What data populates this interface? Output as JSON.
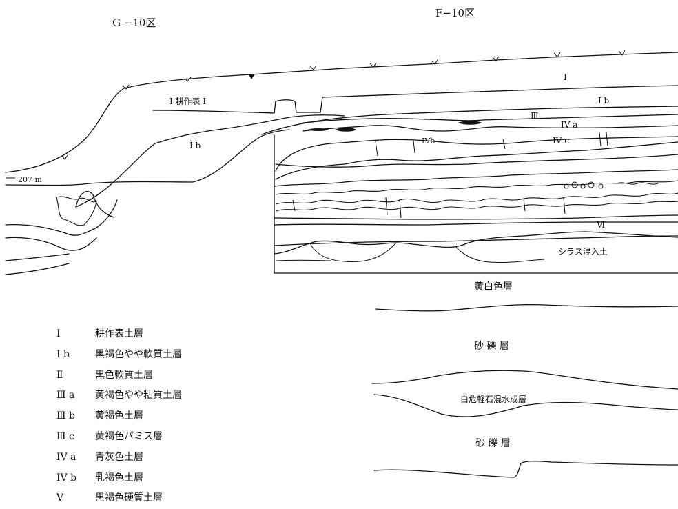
{
  "headers": {
    "left_area": "G −10区",
    "right_area": "F−10区"
  },
  "elevation": "207 m",
  "layer_labels": {
    "I": "I",
    "I_tillage_left": "I 耕作表 I",
    "Ib_right": "I b",
    "Ib_left": "I b",
    "III": "Ⅲ",
    "IVa": "IV a",
    "IVb": "IVb",
    "IVc": "IV c",
    "VI": "Ⅵ",
    "shirasu": "シラス混入土"
  },
  "strata_labels": {
    "yellow_white": "黄白色層",
    "gravel_1": "砂 礫 層",
    "white_pumice": "白危軽石混水成層",
    "gravel_2": "砂 礫 層"
  },
  "legend": [
    {
      "code": "I",
      "desc": "耕作表土層"
    },
    {
      "code": "I b",
      "desc": "黒褐色やや軟質土層"
    },
    {
      "code": "Ⅱ",
      "desc": "黒色軟質土層"
    },
    {
      "code": "Ⅲ a",
      "desc": "黄褐色やや粘質土層"
    },
    {
      "code": "Ⅲ b",
      "desc": "黄褐色土層"
    },
    {
      "code": "Ⅲ c",
      "desc": "黄褐色パミス層"
    },
    {
      "code": "IV a",
      "desc": "青灰色土層"
    },
    {
      "code": "IV b",
      "desc": "乳褐色土層"
    },
    {
      "code": "V",
      "desc": "黒褐色硬質土層"
    }
  ]
}
